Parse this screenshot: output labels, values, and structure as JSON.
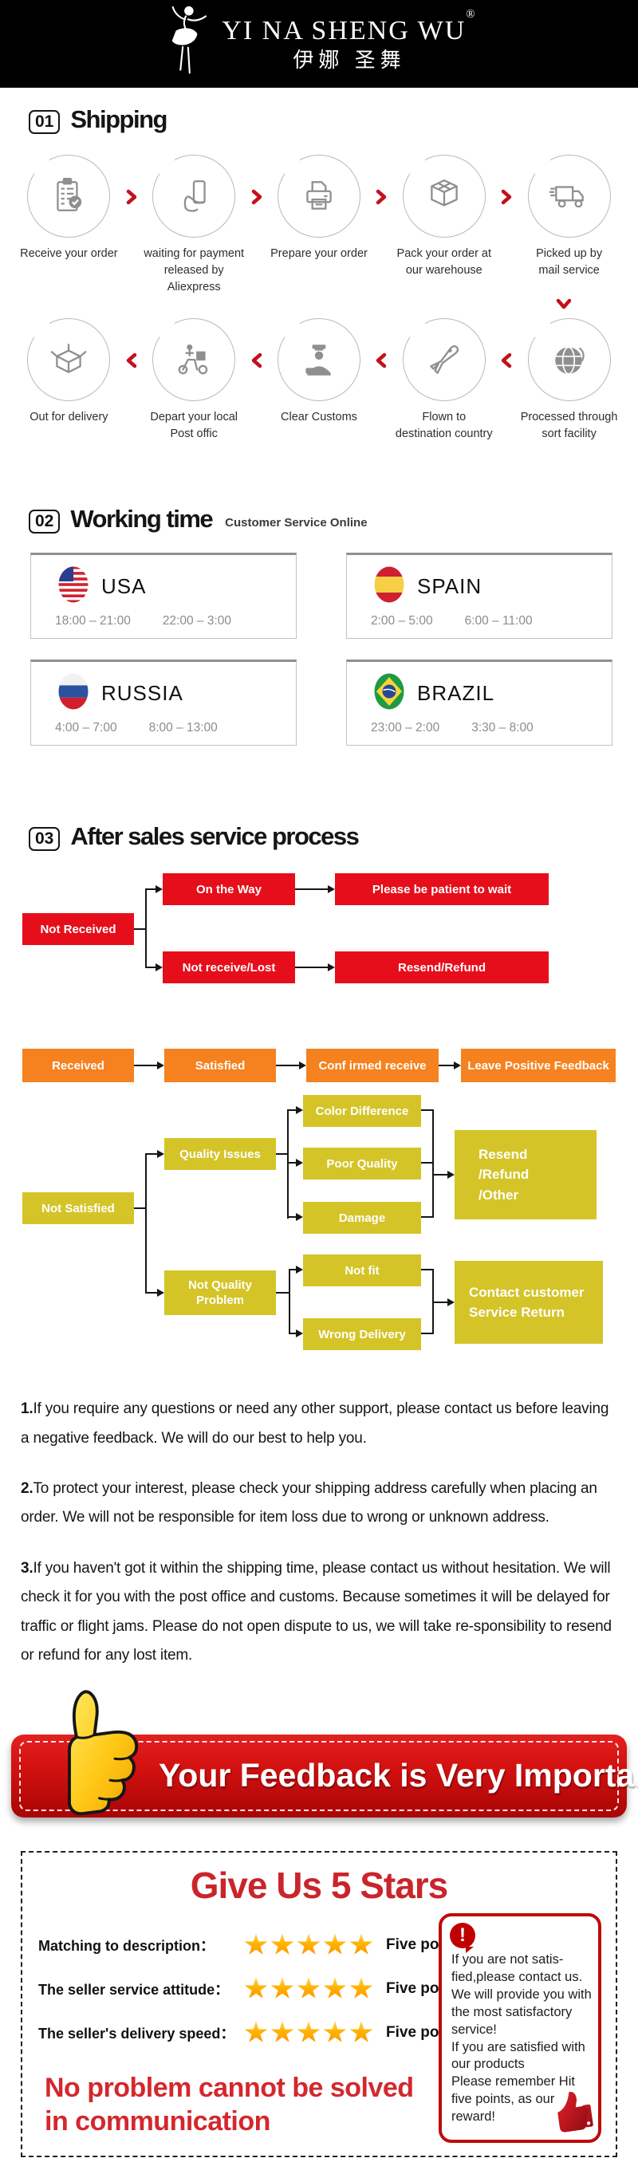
{
  "header": {
    "logo_icon": "dancer-logo",
    "logo_en": "YI NA SHENG WU",
    "registered_mark": "®",
    "logo_cn": "伊娜 圣舞"
  },
  "shipping": {
    "badge": "01",
    "title": "Shipping",
    "row1": [
      {
        "icon": "clipboard-check-icon",
        "label": "Receive your order"
      },
      {
        "icon": "payment-card-icon",
        "label": "waiting for payment\nreleased by Aliexpress"
      },
      {
        "icon": "printer-icon",
        "label": "Prepare your order"
      },
      {
        "icon": "package-box-icon",
        "label": "Pack your order at\nour warehouse"
      },
      {
        "icon": "delivery-truck-icon",
        "label": "Picked up by\nmail service"
      }
    ],
    "row2": [
      {
        "icon": "open-box-icon",
        "label": "Out  for delivery"
      },
      {
        "icon": "delivery-scooter-icon",
        "label": "Depart your local\nPost offic"
      },
      {
        "icon": "customs-officer-icon",
        "label": "Clear Customs"
      },
      {
        "icon": "airplane-icon",
        "label": "Flown to\ndestination country"
      },
      {
        "icon": "globe-icon",
        "label": "Processed through\nsort facility"
      }
    ]
  },
  "working_time": {
    "badge": "02",
    "title": "Working time",
    "subtitle": "Customer Service Online",
    "cards": [
      {
        "country": "USA",
        "flag": "usa-flag",
        "time1": "18:00 – 21:00",
        "time2": "22:00 – 3:00"
      },
      {
        "country": "SPAIN",
        "flag": "spain-flag",
        "time1": "2:00 – 5:00",
        "time2": "6:00 – 11:00"
      },
      {
        "country": "RUSSIA",
        "flag": "russia-flag",
        "time1": "4:00 – 7:00",
        "time2": "8:00 – 13:00"
      },
      {
        "country": "BRAZIL",
        "flag": "brazil-flag",
        "time1": "23:00 – 2:00",
        "time2": "3:30 – 8:00"
      }
    ]
  },
  "after_sales": {
    "badge": "03",
    "title": "After sales service process",
    "not_received_flow": {
      "root": "Not Received",
      "branch1": "On the Way",
      "branch1_result": "Please be patient to wait",
      "branch2": "Not receive/Lost",
      "branch2_result": "Resend/Refund"
    },
    "received_flow": [
      "Received",
      "Satisfied",
      "Conf irmed receive",
      "Leave Positive Feedback"
    ],
    "not_satisfied_flow": {
      "root": "Not Satisfied",
      "quality": "Quality Issues",
      "quality_cases": [
        "Color Difference",
        "Poor Quality",
        "Damage"
      ],
      "quality_result": "Resend\n/Refund\n/Other",
      "not_quality": "Not Quality\nProblem",
      "not_quality_cases": [
        "Not fit",
        "Wrong Delivery"
      ],
      "not_quality_result": "Contact customer\nService Return"
    }
  },
  "notes": [
    {
      "num": "1.",
      "text": "If you require any questions or need any other support, please contact us before leaving a negative feedback. We will do our best to help you."
    },
    {
      "num": "2.",
      "text": "To protect your interest, please check your shipping address carefully when placing an order. We will not be responsible for item loss due to wrong or unknown address."
    },
    {
      "num": "3.",
      "text": "If you haven't got it within the shipping time, please contact us without hesitation. We will check it for you with the post office and customs. Because sometimes it will be delayed for traffic or flight jams. Please do not open dispute to us, we will take re-sponsibility to resend or refund for any lost item."
    }
  ],
  "banner": {
    "icon": "thumbs-up-icon",
    "text": "Your Feedback is Very Important"
  },
  "stars_section": {
    "title": "Give Us 5 Stars",
    "rows": [
      {
        "label": "Matching to description：",
        "stars": 5,
        "points": "Five points"
      },
      {
        "label": "The seller service attitude：",
        "stars": 5,
        "points": "Five points"
      },
      {
        "label": "The seller's delivery speed：",
        "stars": 5,
        "points": "Five points"
      }
    ],
    "info_box": {
      "icon": "exclamation-icon",
      "thumb_icon": "red-thumbs-up-icon",
      "text": "If you are not satis-\nfied,please contact us.\nWe will provide you with\nthe most satisfactory\nservice!\nIf you are satisfied with\nour products\nPlease remember Hit\nfive points, as our\nreward!"
    },
    "slogan": "No problem cannot be solved\n in communication"
  },
  "colors": {
    "flow_red": "#e60e1b",
    "flow_orange": "#f5821f",
    "flow_yellow": "#d4c428",
    "banner_red": "#c20b0b",
    "title_red": "#c9252b",
    "star_orange": "#ff9800",
    "icon_gray": "#8f8f8f",
    "chevron_red": "#c3111c"
  }
}
